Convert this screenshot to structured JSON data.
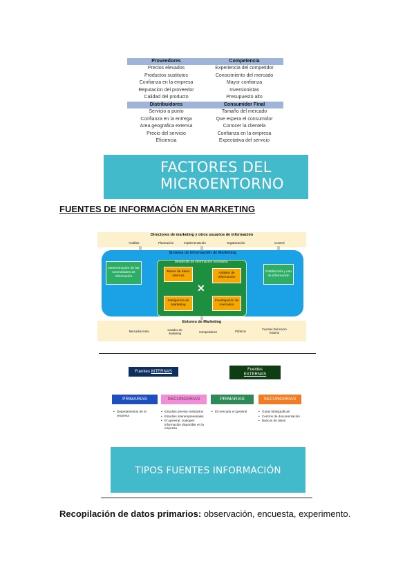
{
  "micro": {
    "headers1": [
      "Proveedores",
      "Competencia"
    ],
    "rows1": [
      [
        "Precios elevados",
        "Experiencia del competidor"
      ],
      [
        "Productos sustitutos",
        "Conocimiento del mercado"
      ],
      [
        "Confianza en la empresa",
        "Mayor confianza"
      ],
      [
        "Reputacion del proveedor",
        "Inversionistas"
      ],
      [
        "Calidad del producto",
        "Presupuesto alto"
      ]
    ],
    "headers2": [
      "Distribuidores",
      "Consumidor Final"
    ],
    "rows2": [
      [
        "Servicio a punto",
        "Tamaño del mercado"
      ],
      [
        "Confianza en la entrega",
        "Que espera el consumidor"
      ],
      [
        "Area geografica extensa",
        "Conocer la clientela"
      ],
      [
        "Precio del servicio",
        "Confianza en la empresa"
      ],
      [
        "Eficiencia",
        "Expectativa del servicio"
      ]
    ],
    "title_line1": "FACTORES DEL",
    "title_line2": "MICROENTORNO",
    "banner_color": "#43b9cc"
  },
  "heading": "FUENTES DE INFORMACIÓN EN MARKETING",
  "sim": {
    "directors_title": "Directores de marketing y otros usuarios de información",
    "directors_items": [
      "Análisis",
      "Planeación",
      "Implementación",
      "Organización",
      "Control"
    ],
    "system_title": "Sistema de Información de Marketing",
    "left_box": "Determinación de las necesidades de información",
    "right_box": "Distribución y uso de información",
    "core_title": "Desarrollo de información necesaria",
    "box_internal": "Bases de datos internas",
    "box_analysis": "Análisis de información",
    "box_intelligence": "Inteligencia de Marketing",
    "box_research": "Investigación de mercados",
    "environment_title": "Entorno de Marketing",
    "environment_items": [
      "Mercados meta",
      "Canales de marketing",
      "Competidores",
      "Públicos",
      "Fuerzas Del macro entorno"
    ]
  },
  "tipos": {
    "internal_prefix": "Fuentes ",
    "internal_underlined": "INTERNAS",
    "external_line1": "Fuentes",
    "external_line2": "EXTERNAS",
    "categories": [
      "PRIMARIAS",
      "SECUNDARIAS",
      "PRIMARIAS",
      "SECUNDARIAS"
    ],
    "list1": [
      "Departamentos de la empresa"
    ],
    "list2": [
      "Estudios previos realizados",
      "Estudios interempresariales",
      "En general, cualquier información disponible en la empresa"
    ],
    "list3": [
      "El mercado en general"
    ],
    "list4": [
      "Guías bibliograficas",
      "Centros de documentación",
      "Bancos de datos"
    ],
    "title": "TIPOS FUENTES INFORMACIÓN"
  },
  "recop": {
    "label": "Recopilación de datos primarios:",
    "text": " observación, encuesta, experimento."
  }
}
